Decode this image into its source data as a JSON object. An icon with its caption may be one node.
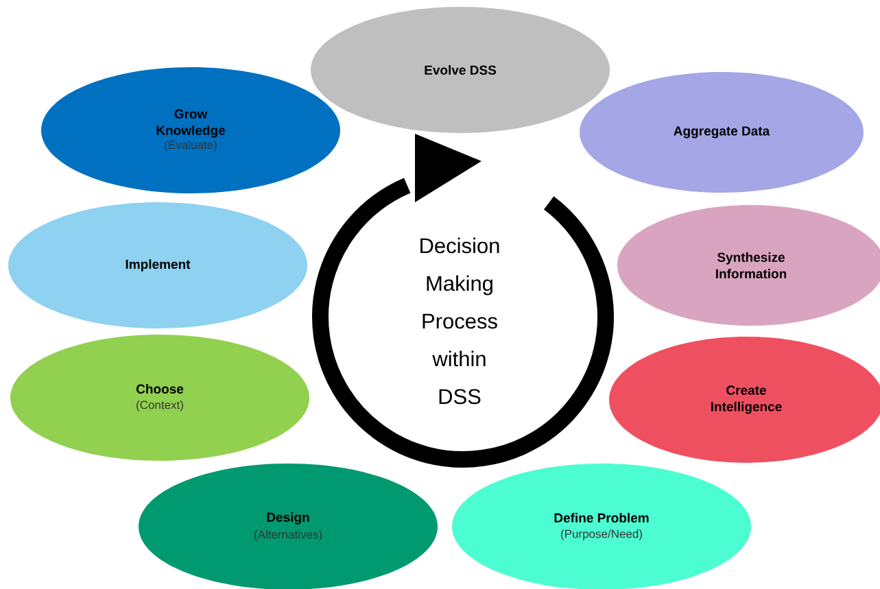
{
  "diagram": {
    "nodes": [
      {
        "text": [
          "Evolve DSS"
        ]
      },
      {
        "text": [
          "Aggregate Data"
        ]
      },
      {
        "text": [
          "Synthesize Information"
        ]
      },
      {
        "text": [
          "Create Intelligence"
        ]
      },
      {
        "text": [
          "Define Problem",
          "(Purpose/Need)"
        ]
      },
      {
        "text": [
          "Design",
          "(Alternatives)"
        ]
      },
      {
        "text": [
          "Choose",
          "(Context)"
        ]
      },
      {
        "text": [
          "Implement"
        ]
      },
      {
        "text": [
          "Grow Knowledge",
          "(Evaluate)"
        ]
      }
    ],
    "labels": [
      "Decision Making Process within DSS"
    ]
  }
}
